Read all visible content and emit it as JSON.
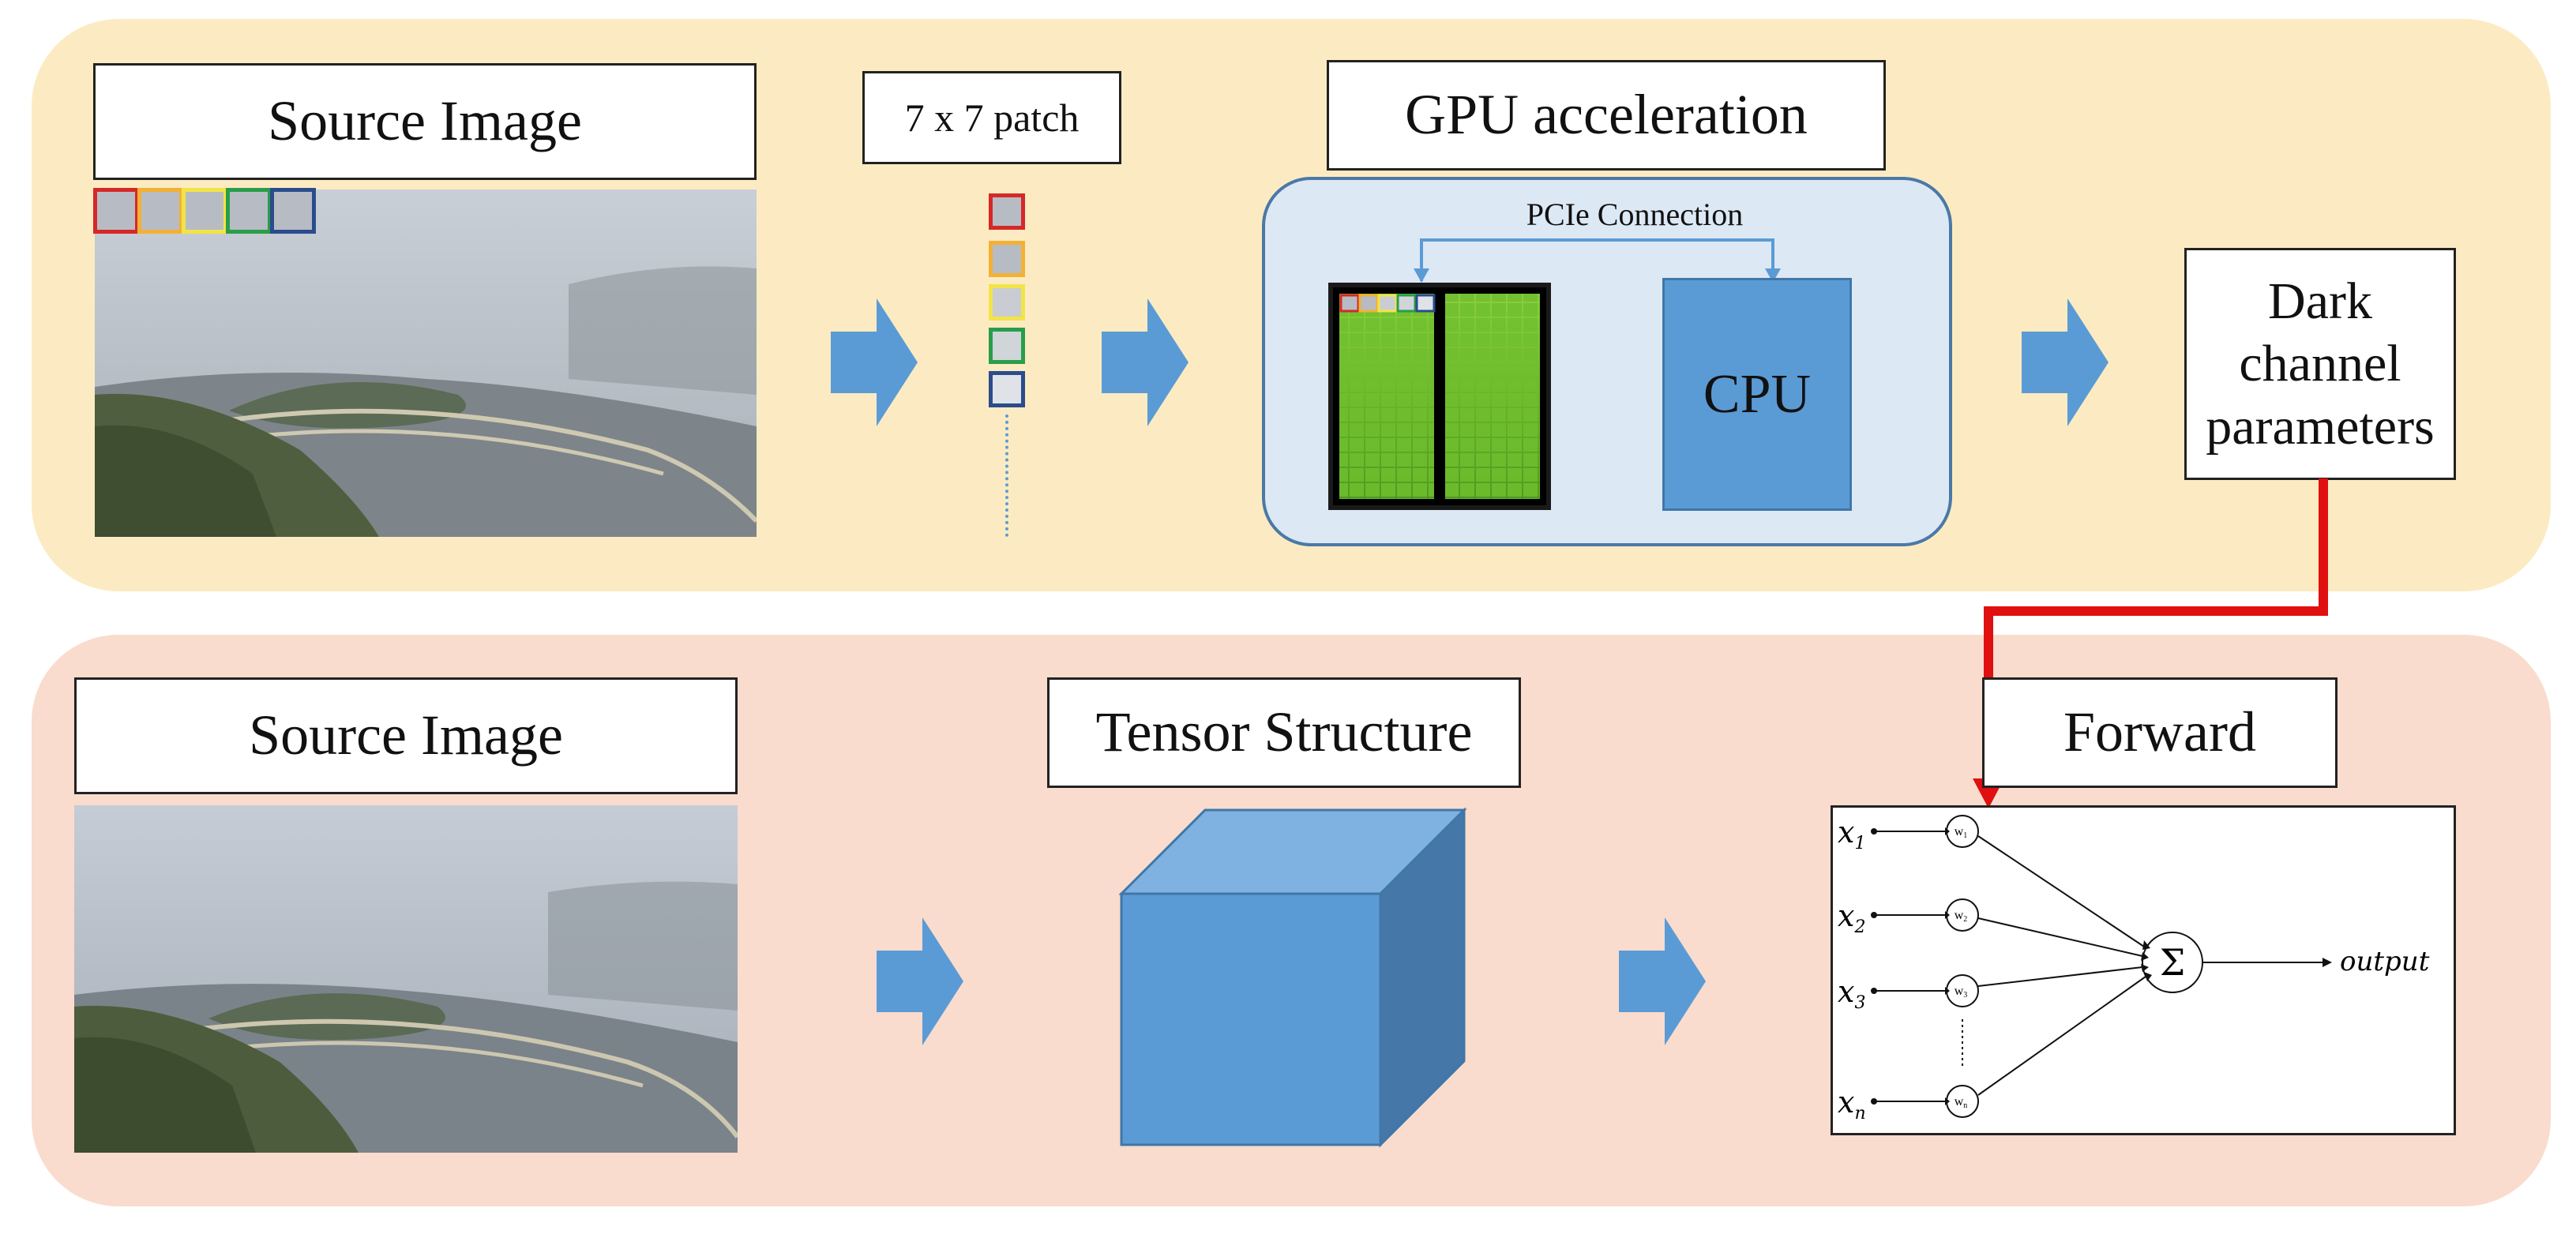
{
  "top_row": {
    "source_image_label": "Source Image",
    "patch_label": "7 x 7 patch",
    "gpu_label": "GPU acceleration",
    "pcie_label": "PCIe Connection",
    "cpu_label": "CPU",
    "dark_channel_label_lines": [
      "Dark",
      "channel",
      "parameters"
    ]
  },
  "bottom_row": {
    "source_image_label": "Source Image",
    "tensor_label": "Tensor Structure",
    "forward_label": "Forward"
  },
  "neural_net": {
    "inputs": [
      "x",
      "x",
      "x",
      "x"
    ],
    "input_subscripts": [
      "1",
      "2",
      "3",
      "n"
    ],
    "weights": [
      "w",
      "w",
      "w",
      "w"
    ],
    "weight_subscripts": [
      "1",
      "2",
      "3",
      "n"
    ],
    "sum_symbol": "Σ",
    "output_label": "output"
  },
  "colors": {
    "top_panel": "#fcebc2",
    "bottom_panel": "#f9dccd",
    "arrow_blue": "#5b9bd5",
    "red_connector": "#e01010",
    "patch_colors": [
      "#d62828",
      "#f2b134",
      "#f2e447",
      "#2a9d4a",
      "#2b4c8c"
    ]
  }
}
